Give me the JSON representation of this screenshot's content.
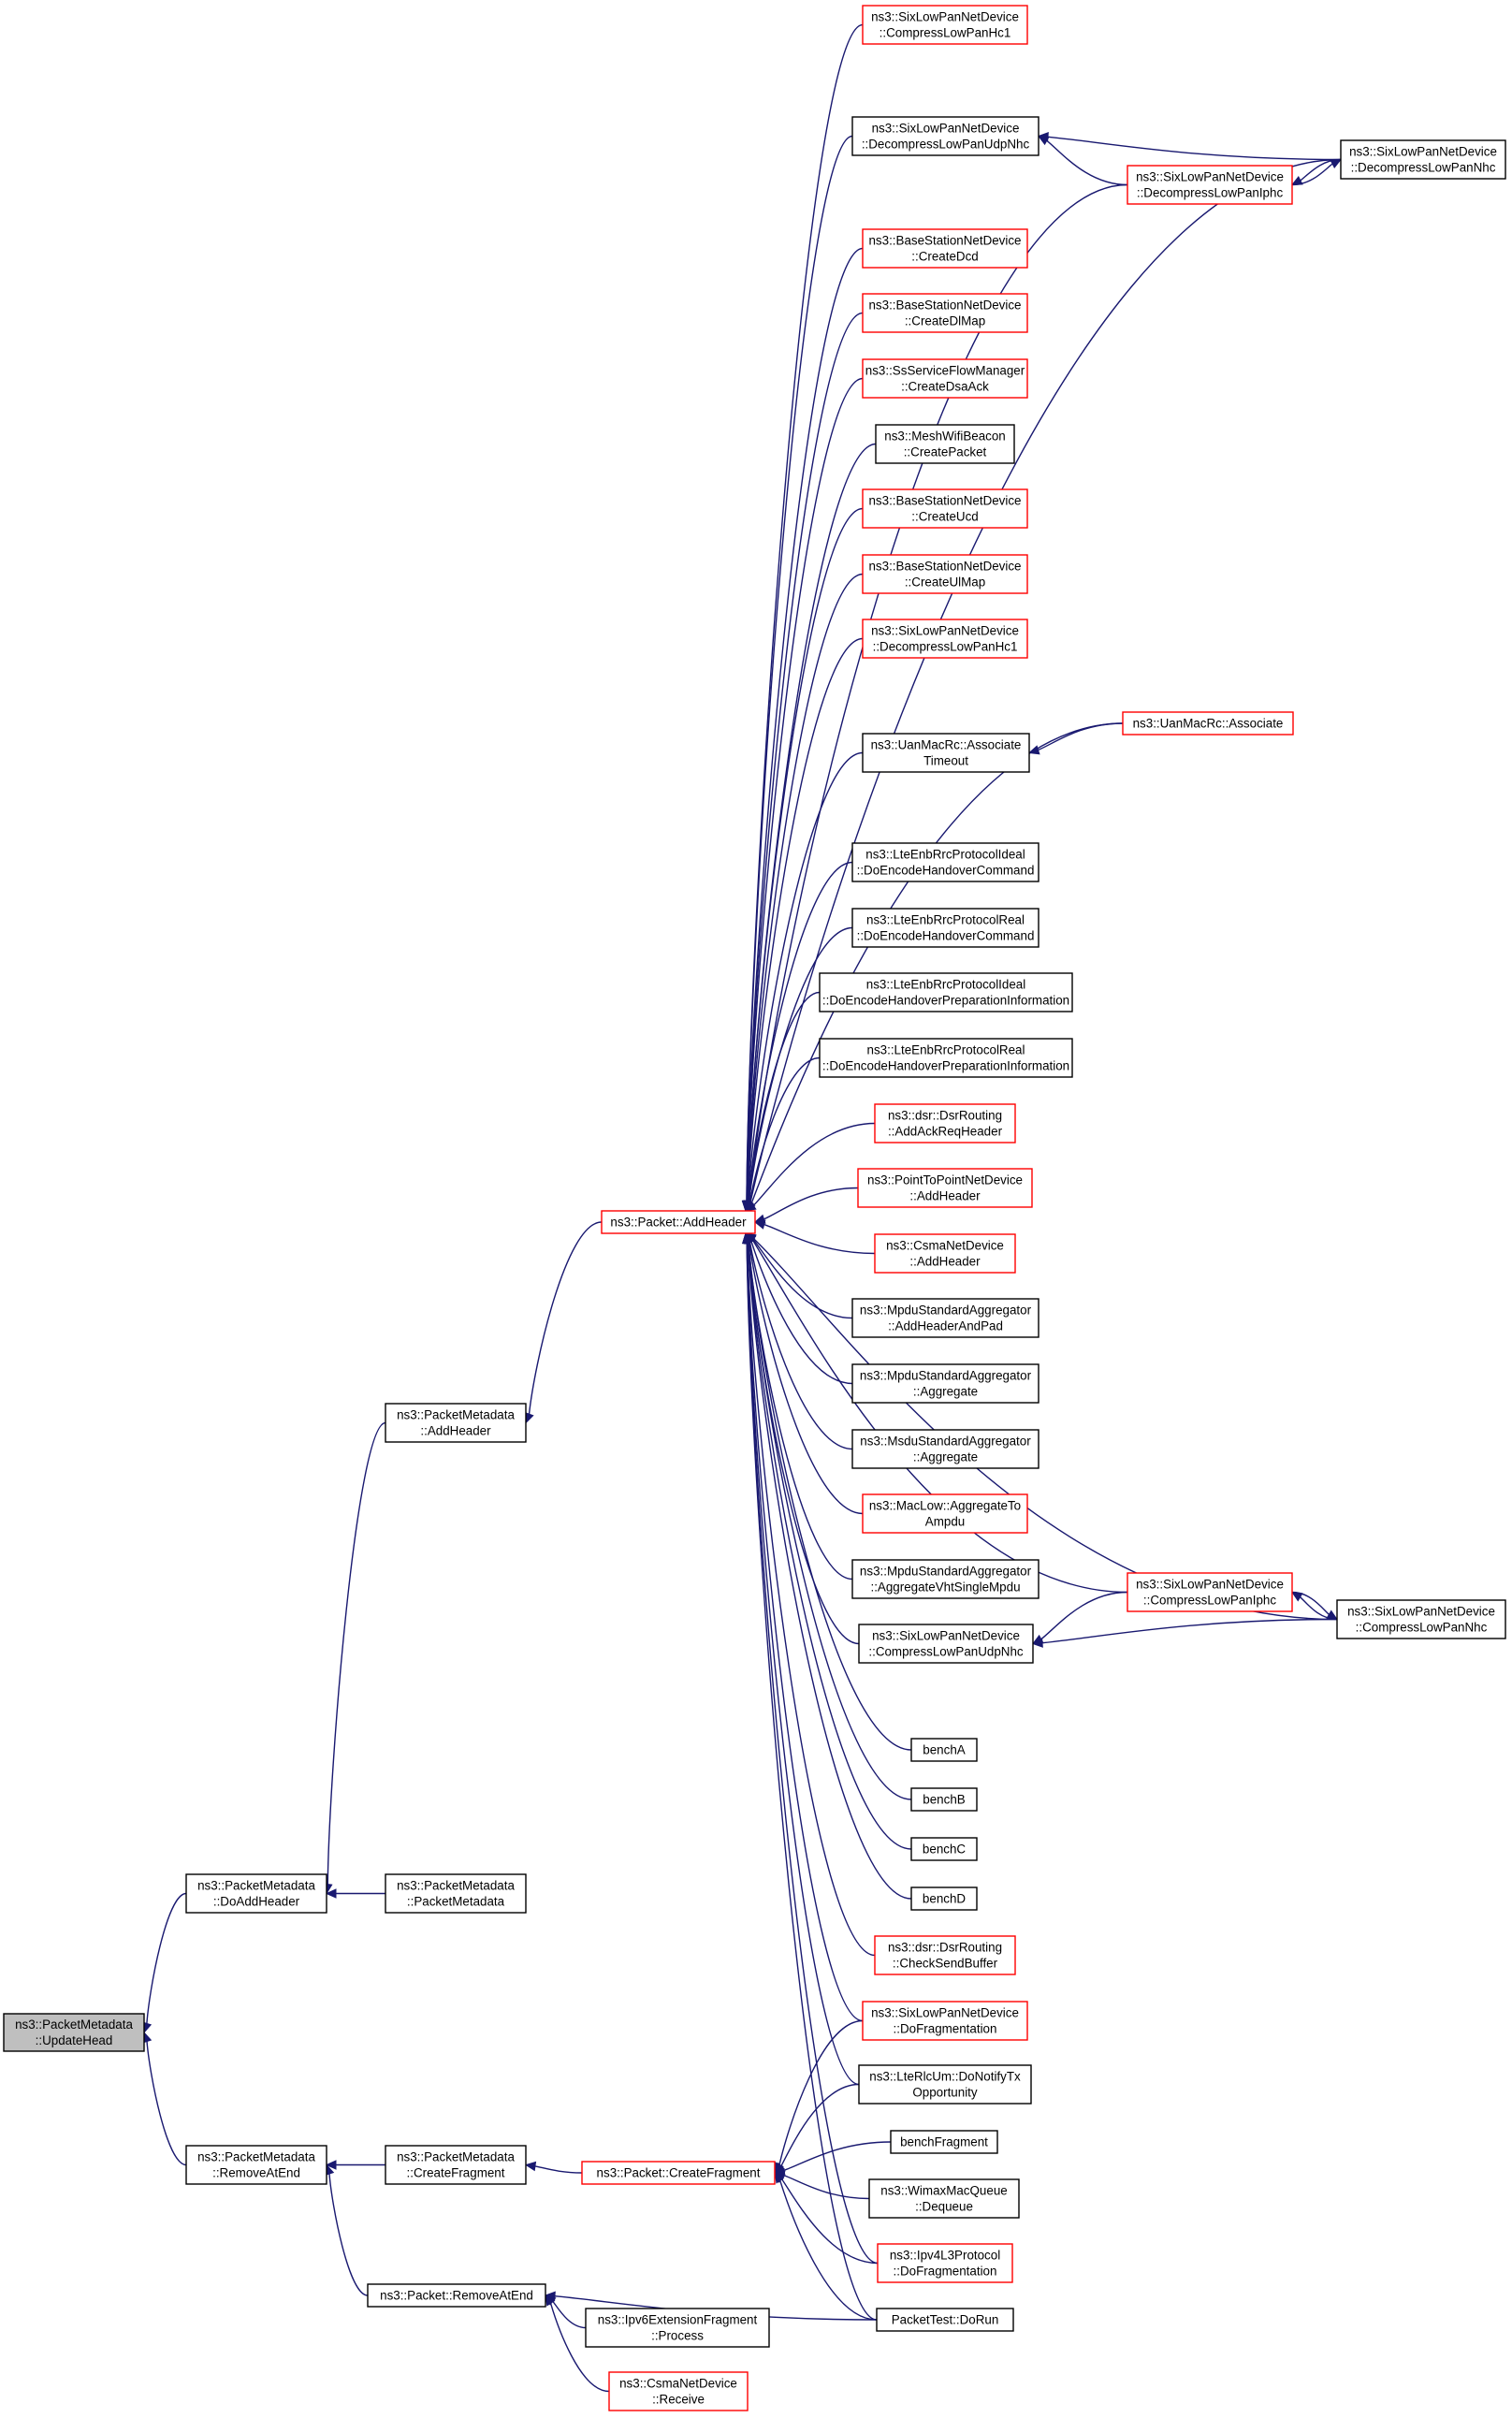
{
  "colors": {
    "edge": "#191970",
    "border_default": "#000000",
    "border_truncated": "#ff0000",
    "fill_default": "#ffffff",
    "fill_root": "#bfbfbf"
  },
  "nodes": [
    {
      "id": "update_head",
      "lines": [
        "ns3::PacketMetadata",
        "::UpdateHead"
      ],
      "style": "root"
    },
    {
      "id": "do_add_header",
      "lines": [
        "ns3::PacketMetadata",
        "::DoAddHeader"
      ],
      "style": "default"
    },
    {
      "id": "remove_at_end_pm",
      "lines": [
        "ns3::PacketMetadata",
        "::RemoveAtEnd"
      ],
      "style": "default"
    },
    {
      "id": "pm_add_header",
      "lines": [
        "ns3::PacketMetadata",
        "::AddHeader"
      ],
      "style": "default"
    },
    {
      "id": "pm_ctor",
      "lines": [
        "ns3::PacketMetadata",
        "::PacketMetadata"
      ],
      "style": "default"
    },
    {
      "id": "pm_create_fragment",
      "lines": [
        "ns3::PacketMetadata",
        "::CreateFragment"
      ],
      "style": "default"
    },
    {
      "id": "packet_remove_at_end",
      "lines": [
        "ns3::Packet::RemoveAtEnd"
      ],
      "style": "default"
    },
    {
      "id": "packet_add_header",
      "lines": [
        "ns3::Packet::AddHeader"
      ],
      "style": "truncated"
    },
    {
      "id": "packet_create_fragment",
      "lines": [
        "ns3::Packet::CreateFragment"
      ],
      "style": "truncated"
    },
    {
      "id": "ipv6_ext_frag",
      "lines": [
        "ns3::Ipv6ExtensionFragment",
        "::Process"
      ],
      "style": "default"
    },
    {
      "id": "csma_receive",
      "lines": [
        "ns3::CsmaNetDevice",
        "::Receive"
      ],
      "style": "truncated"
    },
    {
      "id": "compress_hc1",
      "lines": [
        "ns3::SixLowPanNetDevice",
        "::CompressLowPanHc1"
      ],
      "style": "truncated"
    },
    {
      "id": "decompress_udpnhc",
      "lines": [
        "ns3::SixLowPanNetDevice",
        "::DecompressLowPanUdpNhc"
      ],
      "style": "default"
    },
    {
      "id": "create_dcd",
      "lines": [
        "ns3::BaseStationNetDevice",
        "::CreateDcd"
      ],
      "style": "truncated"
    },
    {
      "id": "create_dlmap",
      "lines": [
        "ns3::BaseStationNetDevice",
        "::CreateDlMap"
      ],
      "style": "truncated"
    },
    {
      "id": "create_dsa_ack",
      "lines": [
        "ns3::SsServiceFlowManager",
        "::CreateDsaAck"
      ],
      "style": "truncated"
    },
    {
      "id": "create_packet",
      "lines": [
        "ns3::MeshWifiBeacon",
        "::CreatePacket"
      ],
      "style": "default"
    },
    {
      "id": "create_ucd",
      "lines": [
        "ns3::BaseStationNetDevice",
        "::CreateUcd"
      ],
      "style": "truncated"
    },
    {
      "id": "create_ulmap",
      "lines": [
        "ns3::BaseStationNetDevice",
        "::CreateUlMap"
      ],
      "style": "truncated"
    },
    {
      "id": "decompress_hc1",
      "lines": [
        "ns3::SixLowPanNetDevice",
        "::DecompressLowPanHc1"
      ],
      "style": "truncated"
    },
    {
      "id": "associate_timeout",
      "lines": [
        "ns3::UanMacRc::Associate",
        "Timeout"
      ],
      "style": "default"
    },
    {
      "id": "ideal_handover_cmd",
      "lines": [
        "ns3::LteEnbRrcProtocolIdeal",
        "::DoEncodeHandoverCommand"
      ],
      "style": "default"
    },
    {
      "id": "real_handover_cmd",
      "lines": [
        "ns3::LteEnbRrcProtocolReal",
        "::DoEncodeHandoverCommand"
      ],
      "style": "default"
    },
    {
      "id": "ideal_handover_prep",
      "lines": [
        "ns3::LteEnbRrcProtocolIdeal",
        "::DoEncodeHandoverPreparationInformation"
      ],
      "style": "default"
    },
    {
      "id": "real_handover_prep",
      "lines": [
        "ns3::LteEnbRrcProtocolReal",
        "::DoEncodeHandoverPreparationInformation"
      ],
      "style": "default"
    },
    {
      "id": "dsr_add_ack",
      "lines": [
        "ns3::dsr::DsrRouting",
        "::AddAckReqHeader"
      ],
      "style": "truncated"
    },
    {
      "id": "p2p_add_header",
      "lines": [
        "ns3::PointToPointNetDevice",
        "::AddHeader"
      ],
      "style": "truncated"
    },
    {
      "id": "csma_add_header",
      "lines": [
        "ns3::CsmaNetDevice",
        "::AddHeader"
      ],
      "style": "truncated"
    },
    {
      "id": "mpdu_add_header_pad",
      "lines": [
        "ns3::MpduStandardAggregator",
        "::AddHeaderAndPad"
      ],
      "style": "default"
    },
    {
      "id": "mpdu_aggregate",
      "lines": [
        "ns3::MpduStandardAggregator",
        "::Aggregate"
      ],
      "style": "default"
    },
    {
      "id": "msdu_aggregate",
      "lines": [
        "ns3::MsduStandardAggregator",
        "::Aggregate"
      ],
      "style": "default"
    },
    {
      "id": "aggregate_to_ampdu",
      "lines": [
        "ns3::MacLow::AggregateTo",
        "Ampdu"
      ],
      "style": "truncated"
    },
    {
      "id": "aggregate_vht",
      "lines": [
        "ns3::MpduStandardAggregator",
        "::AggregateVhtSingleMpdu"
      ],
      "style": "default"
    },
    {
      "id": "compress_udpnhc",
      "lines": [
        "ns3::SixLowPanNetDevice",
        "::CompressLowPanUdpNhc"
      ],
      "style": "default"
    },
    {
      "id": "bench_a",
      "lines": [
        "benchA"
      ],
      "style": "default"
    },
    {
      "id": "bench_b",
      "lines": [
        "benchB"
      ],
      "style": "default"
    },
    {
      "id": "bench_c",
      "lines": [
        "benchC"
      ],
      "style": "default"
    },
    {
      "id": "bench_d",
      "lines": [
        "benchD"
      ],
      "style": "default"
    },
    {
      "id": "dsr_check_send",
      "lines": [
        "ns3::dsr::DsrRouting",
        "::CheckSendBuffer"
      ],
      "style": "truncated"
    },
    {
      "id": "sixlowpan_dofrag",
      "lines": [
        "ns3::SixLowPanNetDevice",
        "::DoFragmentation"
      ],
      "style": "truncated"
    },
    {
      "id": "lte_rlc_um",
      "lines": [
        "ns3::LteRlcUm::DoNotifyTx",
        "Opportunity"
      ],
      "style": "default"
    },
    {
      "id": "bench_fragment",
      "lines": [
        "benchFragment"
      ],
      "style": "default"
    },
    {
      "id": "wimax_dequeue",
      "lines": [
        "ns3::WimaxMacQueue",
        "::Dequeue"
      ],
      "style": "default"
    },
    {
      "id": "ipv4_dofrag",
      "lines": [
        "ns3::Ipv4L3Protocol",
        "::DoFragmentation"
      ],
      "style": "truncated"
    },
    {
      "id": "packet_test_dorun",
      "lines": [
        "PacketTest::DoRun"
      ],
      "style": "default"
    },
    {
      "id": "decompress_iphc",
      "lines": [
        "ns3::SixLowPanNetDevice",
        "::DecompressLowPanIphc"
      ],
      "style": "truncated"
    },
    {
      "id": "decompress_nhc",
      "lines": [
        "ns3::SixLowPanNetDevice",
        "::DecompressLowPanNhc"
      ],
      "style": "default"
    },
    {
      "id": "uan_associate",
      "lines": [
        "ns3::UanMacRc::Associate"
      ],
      "style": "truncated"
    },
    {
      "id": "compress_iphc",
      "lines": [
        "ns3::SixLowPanNetDevice",
        "::CompressLowPanIphc"
      ],
      "style": "truncated"
    },
    {
      "id": "compress_nhc",
      "lines": [
        "ns3::SixLowPanNetDevice",
        "::CompressLowPanNhc"
      ],
      "style": "default"
    }
  ],
  "edges": [
    {
      "from": "do_add_header",
      "to": "update_head"
    },
    {
      "from": "remove_at_end_pm",
      "to": "update_head"
    },
    {
      "from": "pm_add_header",
      "to": "do_add_header"
    },
    {
      "from": "pm_ctor",
      "to": "do_add_header"
    },
    {
      "from": "pm_create_fragment",
      "to": "remove_at_end_pm"
    },
    {
      "from": "packet_remove_at_end",
      "to": "remove_at_end_pm"
    },
    {
      "from": "packet_add_header",
      "to": "pm_add_header"
    },
    {
      "from": "packet_create_fragment",
      "to": "pm_create_fragment"
    },
    {
      "from": "ipv6_ext_frag",
      "to": "packet_remove_at_end"
    },
    {
      "from": "csma_receive",
      "to": "packet_remove_at_end"
    },
    {
      "from": "packet_test_dorun",
      "to": "packet_remove_at_end"
    },
    {
      "from": "compress_hc1",
      "to": "packet_add_header"
    },
    {
      "from": "decompress_udpnhc",
      "to": "packet_add_header"
    },
    {
      "from": "create_dcd",
      "to": "packet_add_header"
    },
    {
      "from": "create_dlmap",
      "to": "packet_add_header"
    },
    {
      "from": "create_dsa_ack",
      "to": "packet_add_header"
    },
    {
      "from": "create_packet",
      "to": "packet_add_header"
    },
    {
      "from": "create_ucd",
      "to": "packet_add_header"
    },
    {
      "from": "create_ulmap",
      "to": "packet_add_header"
    },
    {
      "from": "decompress_hc1",
      "to": "packet_add_header"
    },
    {
      "from": "associate_timeout",
      "to": "packet_add_header"
    },
    {
      "from": "ideal_handover_cmd",
      "to": "packet_add_header"
    },
    {
      "from": "real_handover_cmd",
      "to": "packet_add_header"
    },
    {
      "from": "ideal_handover_prep",
      "to": "packet_add_header"
    },
    {
      "from": "real_handover_prep",
      "to": "packet_add_header"
    },
    {
      "from": "dsr_add_ack",
      "to": "packet_add_header"
    },
    {
      "from": "p2p_add_header",
      "to": "packet_add_header"
    },
    {
      "from": "csma_add_header",
      "to": "packet_add_header"
    },
    {
      "from": "mpdu_add_header_pad",
      "to": "packet_add_header"
    },
    {
      "from": "mpdu_aggregate",
      "to": "packet_add_header"
    },
    {
      "from": "msdu_aggregate",
      "to": "packet_add_header"
    },
    {
      "from": "aggregate_to_ampdu",
      "to": "packet_add_header"
    },
    {
      "from": "aggregate_vht",
      "to": "packet_add_header"
    },
    {
      "from": "compress_udpnhc",
      "to": "packet_add_header"
    },
    {
      "from": "bench_a",
      "to": "packet_add_header"
    },
    {
      "from": "bench_b",
      "to": "packet_add_header"
    },
    {
      "from": "bench_c",
      "to": "packet_add_header"
    },
    {
      "from": "bench_d",
      "to": "packet_add_header"
    },
    {
      "from": "dsr_check_send",
      "to": "packet_add_header"
    },
    {
      "from": "sixlowpan_dofrag",
      "to": "packet_add_header"
    },
    {
      "from": "lte_rlc_um",
      "to": "packet_add_header"
    },
    {
      "from": "ipv4_dofrag",
      "to": "packet_add_header"
    },
    {
      "from": "packet_test_dorun",
      "to": "packet_add_header"
    },
    {
      "from": "decompress_iphc",
      "to": "packet_add_header"
    },
    {
      "from": "decompress_nhc",
      "to": "packet_add_header"
    },
    {
      "from": "uan_associate",
      "to": "packet_add_header"
    },
    {
      "from": "compress_iphc",
      "to": "packet_add_header"
    },
    {
      "from": "compress_nhc",
      "to": "packet_add_header"
    },
    {
      "from": "decompress_iphc",
      "to": "decompress_udpnhc"
    },
    {
      "from": "decompress_nhc",
      "to": "decompress_udpnhc"
    },
    {
      "from": "decompress_nhc",
      "to": "decompress_iphc"
    },
    {
      "from": "decompress_iphc",
      "to": "decompress_nhc"
    },
    {
      "from": "uan_associate",
      "to": "associate_timeout"
    },
    {
      "from": "compress_iphc",
      "to": "compress_udpnhc"
    },
    {
      "from": "compress_nhc",
      "to": "compress_udpnhc"
    },
    {
      "from": "compress_nhc",
      "to": "compress_iphc"
    },
    {
      "from": "compress_iphc",
      "to": "compress_nhc"
    },
    {
      "from": "sixlowpan_dofrag",
      "to": "packet_create_fragment"
    },
    {
      "from": "lte_rlc_um",
      "to": "packet_create_fragment"
    },
    {
      "from": "bench_fragment",
      "to": "packet_create_fragment"
    },
    {
      "from": "wimax_dequeue",
      "to": "packet_create_fragment"
    },
    {
      "from": "ipv4_dofrag",
      "to": "packet_create_fragment"
    },
    {
      "from": "packet_test_dorun",
      "to": "packet_create_fragment"
    }
  ]
}
